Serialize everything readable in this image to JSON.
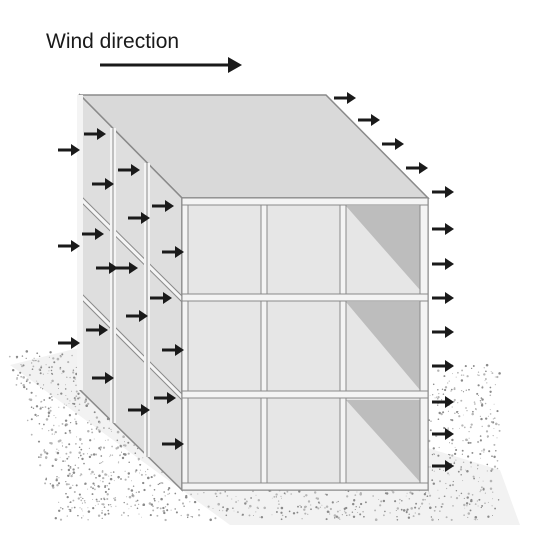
{
  "diagram": {
    "label": "Wind direction",
    "colors": {
      "ink": "#1a1a1a",
      "building_face": "#e3e3e3",
      "building_roof": "#d9d9d9",
      "building_side": "#dedede",
      "frame": "#f4f4f4",
      "frame_edge": "#8a8a8a",
      "shadow_panel": "#bdbdbd",
      "ground_speckle": "#9a9a9a"
    },
    "grid": {
      "storeys": 3,
      "bays": 3
    },
    "icons": {
      "wind_arrow": "right-arrow-icon"
    }
  }
}
